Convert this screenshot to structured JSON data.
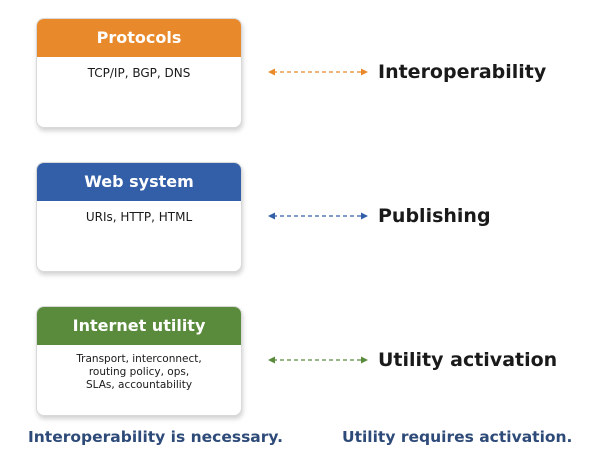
{
  "colors": {
    "protocols": "#e8892b",
    "web": "#335fa8",
    "utility": "#5a8b3c",
    "caption": "#2d4a78"
  },
  "layers": [
    {
      "title": "Protocols",
      "body": [
        "TCP/IP, BGP, DNS"
      ],
      "label": "Interoperability"
    },
    {
      "title": "Web system",
      "body": [
        "URIs, HTTP, HTML"
      ],
      "label": "Publishing"
    },
    {
      "title": "Internet utility",
      "body": [
        "Transport, interconnect,",
        "routing policy, ops,",
        "SLAs, accountability"
      ],
      "label": "Utility activation"
    }
  ],
  "captions": {
    "left": "Interoperability is necessary.",
    "right": "Utility requires activation."
  }
}
